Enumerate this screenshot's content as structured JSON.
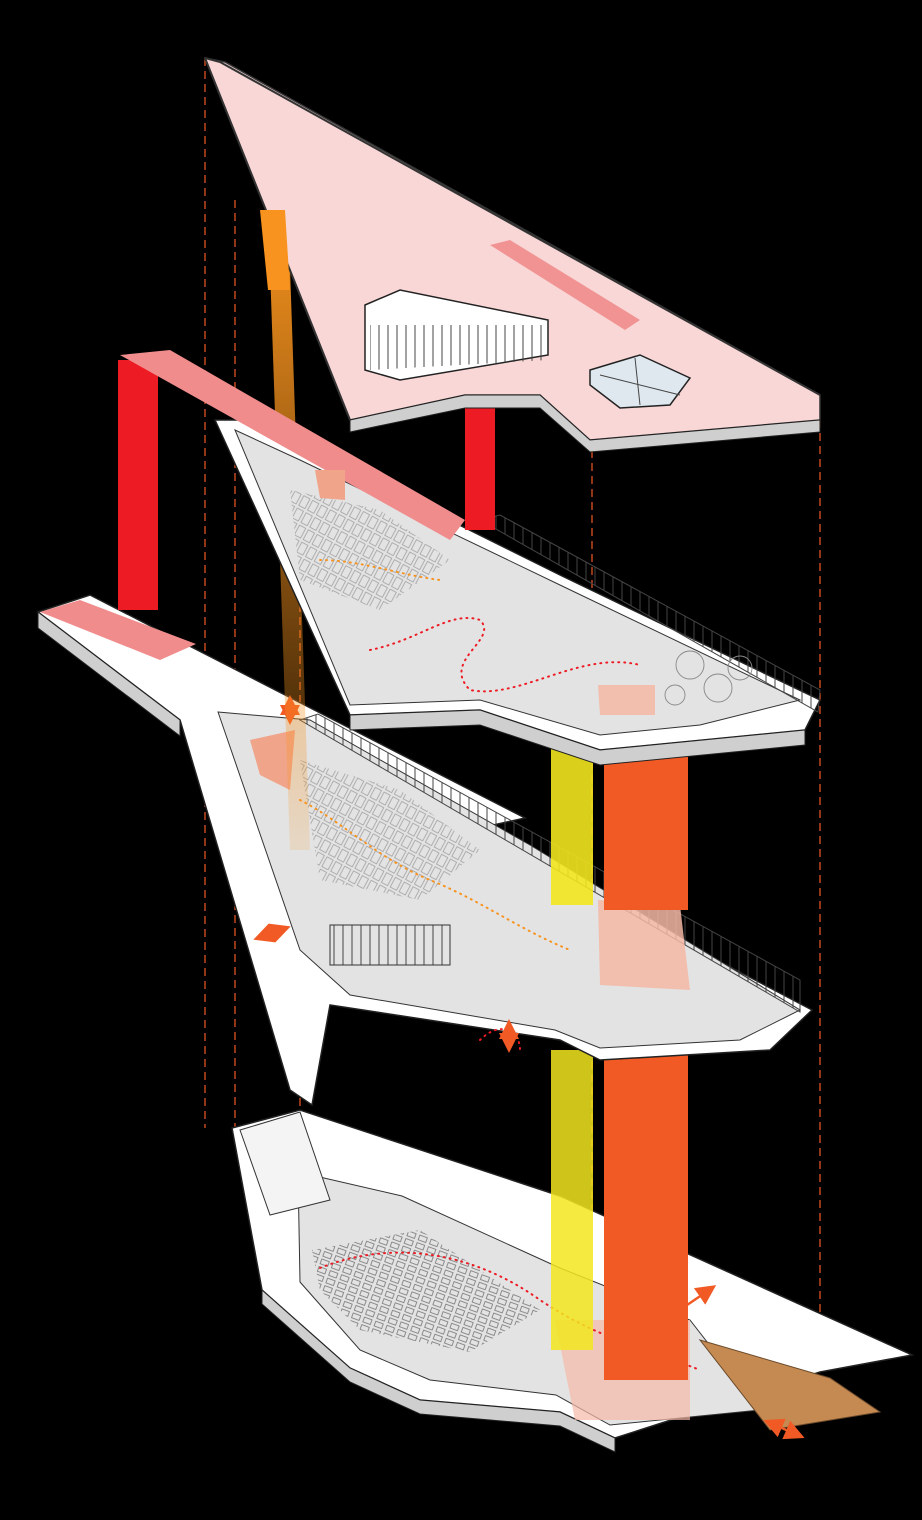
{
  "diagram": {
    "kind": "exploded-axonometric",
    "levels": [
      {
        "id": "roof",
        "fill_color": "#f9d7d7",
        "features": [
          "skylight",
          "rooftop-pavilion",
          "perimeter-railing"
        ]
      },
      {
        "id": "upper-floor",
        "fill_color": "#e3e3e3",
        "features": [
          "stair",
          "bookshelves",
          "reading-tables",
          "circulation-path"
        ]
      },
      {
        "id": "middle-floor",
        "fill_color": "#e3e3e3",
        "features": [
          "stair",
          "bookshelves",
          "reading-tables",
          "glazed-rooms",
          "circulation-path"
        ]
      },
      {
        "id": "ground-floor",
        "fill_color": "#e3e3e3",
        "features": [
          "auditorium-seating",
          "stepped-seating",
          "circulation-path"
        ]
      }
    ],
    "vertical_cores": [
      {
        "id": "orange-core",
        "color": "#f7931e"
      },
      {
        "id": "red-core-left",
        "color": "#ed1c24"
      },
      {
        "id": "red-core-roof",
        "color": "#ed1c24"
      },
      {
        "id": "yellow-core",
        "color": "#f2e61e"
      },
      {
        "id": "orange-red-core",
        "color": "#f15a24"
      }
    ],
    "icons": [
      "double-arrow-icon"
    ]
  },
  "colors": {
    "background": "#000000",
    "roof": "#f9d7d7",
    "slab": "#ffffff",
    "floor": "#e3e3e3",
    "accent_red": "#ed1c24",
    "accent_orange": "#f7931e",
    "accent_yellow": "#f2e61e",
    "accent_orange_red": "#f15a24",
    "guide_line": "#f15a24",
    "path_dots": "#ed1c24",
    "path_dots_alt": "#f7931e",
    "wood": "#c58a52"
  }
}
